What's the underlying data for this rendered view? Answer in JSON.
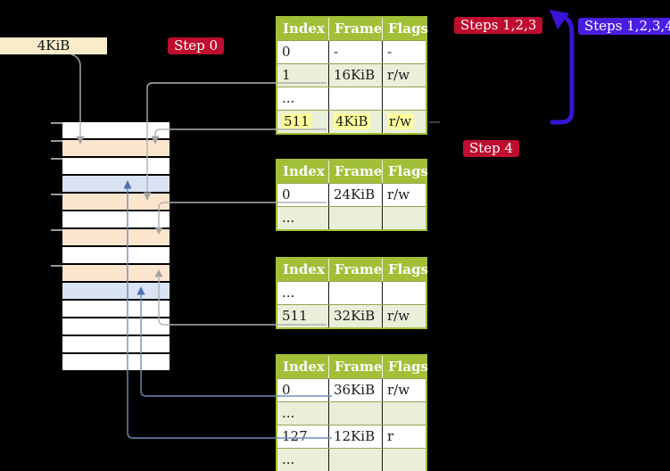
{
  "labels": {
    "page_size": "4KiB",
    "step0": "Step 0",
    "steps123": "Steps 1,2,3",
    "steps1234": "Steps 1,2,3,4",
    "step4": "Step 4"
  },
  "table_headers": [
    "Index",
    "Frame",
    "Flags"
  ],
  "tables": [
    {
      "name": "page-table-level-4",
      "rows": [
        [
          "0",
          "-",
          "-"
        ],
        [
          "1",
          "16KiB",
          "r/w"
        ],
        [
          "...",
          "",
          ""
        ],
        [
          "511",
          "4KiB",
          "r/w"
        ]
      ],
      "highlight_row": 3
    },
    {
      "name": "page-table-level-3",
      "rows": [
        [
          "0",
          "24KiB",
          "r/w"
        ],
        [
          "...",
          "",
          ""
        ]
      ],
      "highlight_row": -1
    },
    {
      "name": "page-table-level-2",
      "rows": [
        [
          "...",
          "",
          ""
        ],
        [
          "511",
          "32KiB",
          "r/w"
        ]
      ],
      "highlight_row": -1
    },
    {
      "name": "page-table-level-1",
      "rows": [
        [
          "0",
          "36KiB",
          "r/w"
        ],
        [
          "...",
          "",
          ""
        ],
        [
          "127",
          "12KiB",
          "r"
        ],
        [
          "...",
          "",
          ""
        ]
      ],
      "highlight_row": -1
    }
  ],
  "memory_strip": {
    "rows": [
      "empty",
      "page-table-frame",
      "empty",
      "mapped-page",
      "page-table-frame",
      "empty",
      "page-table-frame",
      "empty",
      "page-table-frame",
      "mapped-page",
      "empty",
      "empty",
      "empty",
      "empty"
    ]
  },
  "colors": {
    "canvas_bg": "#000000",
    "header_green": "#a2c037",
    "row_green": "#e9efd8",
    "highlight_yellow": "#ffff9c",
    "label_cream": "#faecca",
    "badge_red": "#be0d2e",
    "badge_blue": "#4a1ee2",
    "strip_page_table_frame": "#fce5cd",
    "strip_mapped_page": "#dae3f3",
    "strip_empty": "#ffffff",
    "connector_gray": "#b0b0b0",
    "arrow_gray_head": "#a3a3a3",
    "connector_blue": "#6c8ebf",
    "arrow_blue_head": "#4d71b4",
    "arrow_blue_thick": "#3a13d6"
  }
}
